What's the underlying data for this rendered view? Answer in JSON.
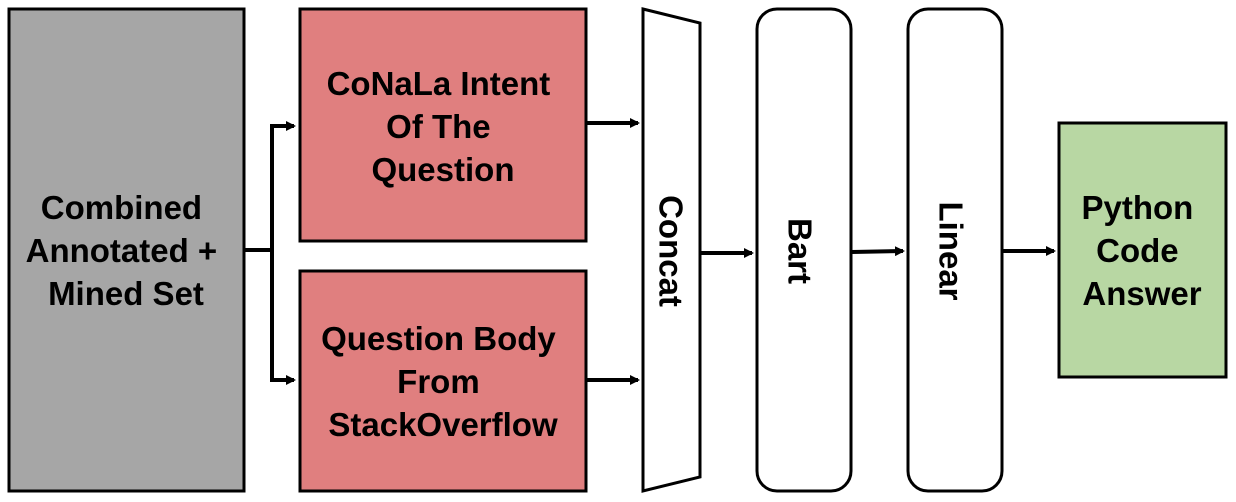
{
  "nodes": {
    "dataset": {
      "lines": [
        "Combined",
        "Annotated +",
        "Mined Set"
      ],
      "color": "#a6a6a6"
    },
    "intent": {
      "lines": [
        "CoNaLa Intent",
        "Of The",
        "Question"
      ],
      "color": "#e07f7f"
    },
    "body": {
      "lines": [
        "Question Body",
        "From",
        "StackOverflow"
      ],
      "color": "#e07f7f"
    },
    "concat": {
      "label": "Concat",
      "color": "#ffffff"
    },
    "bart": {
      "label": "Bart",
      "color": "#ffffff"
    },
    "linear": {
      "label": "Linear",
      "color": "#ffffff"
    },
    "output": {
      "lines": [
        "Python",
        "Code",
        "Answer"
      ],
      "color": "#b8d7a3"
    }
  },
  "edges": [
    {
      "from": "dataset",
      "to": "intent"
    },
    {
      "from": "dataset",
      "to": "body"
    },
    {
      "from": "intent",
      "to": "concat"
    },
    {
      "from": "body",
      "to": "concat"
    },
    {
      "from": "concat",
      "to": "bart"
    },
    {
      "from": "bart",
      "to": "linear"
    },
    {
      "from": "linear",
      "to": "output"
    }
  ]
}
